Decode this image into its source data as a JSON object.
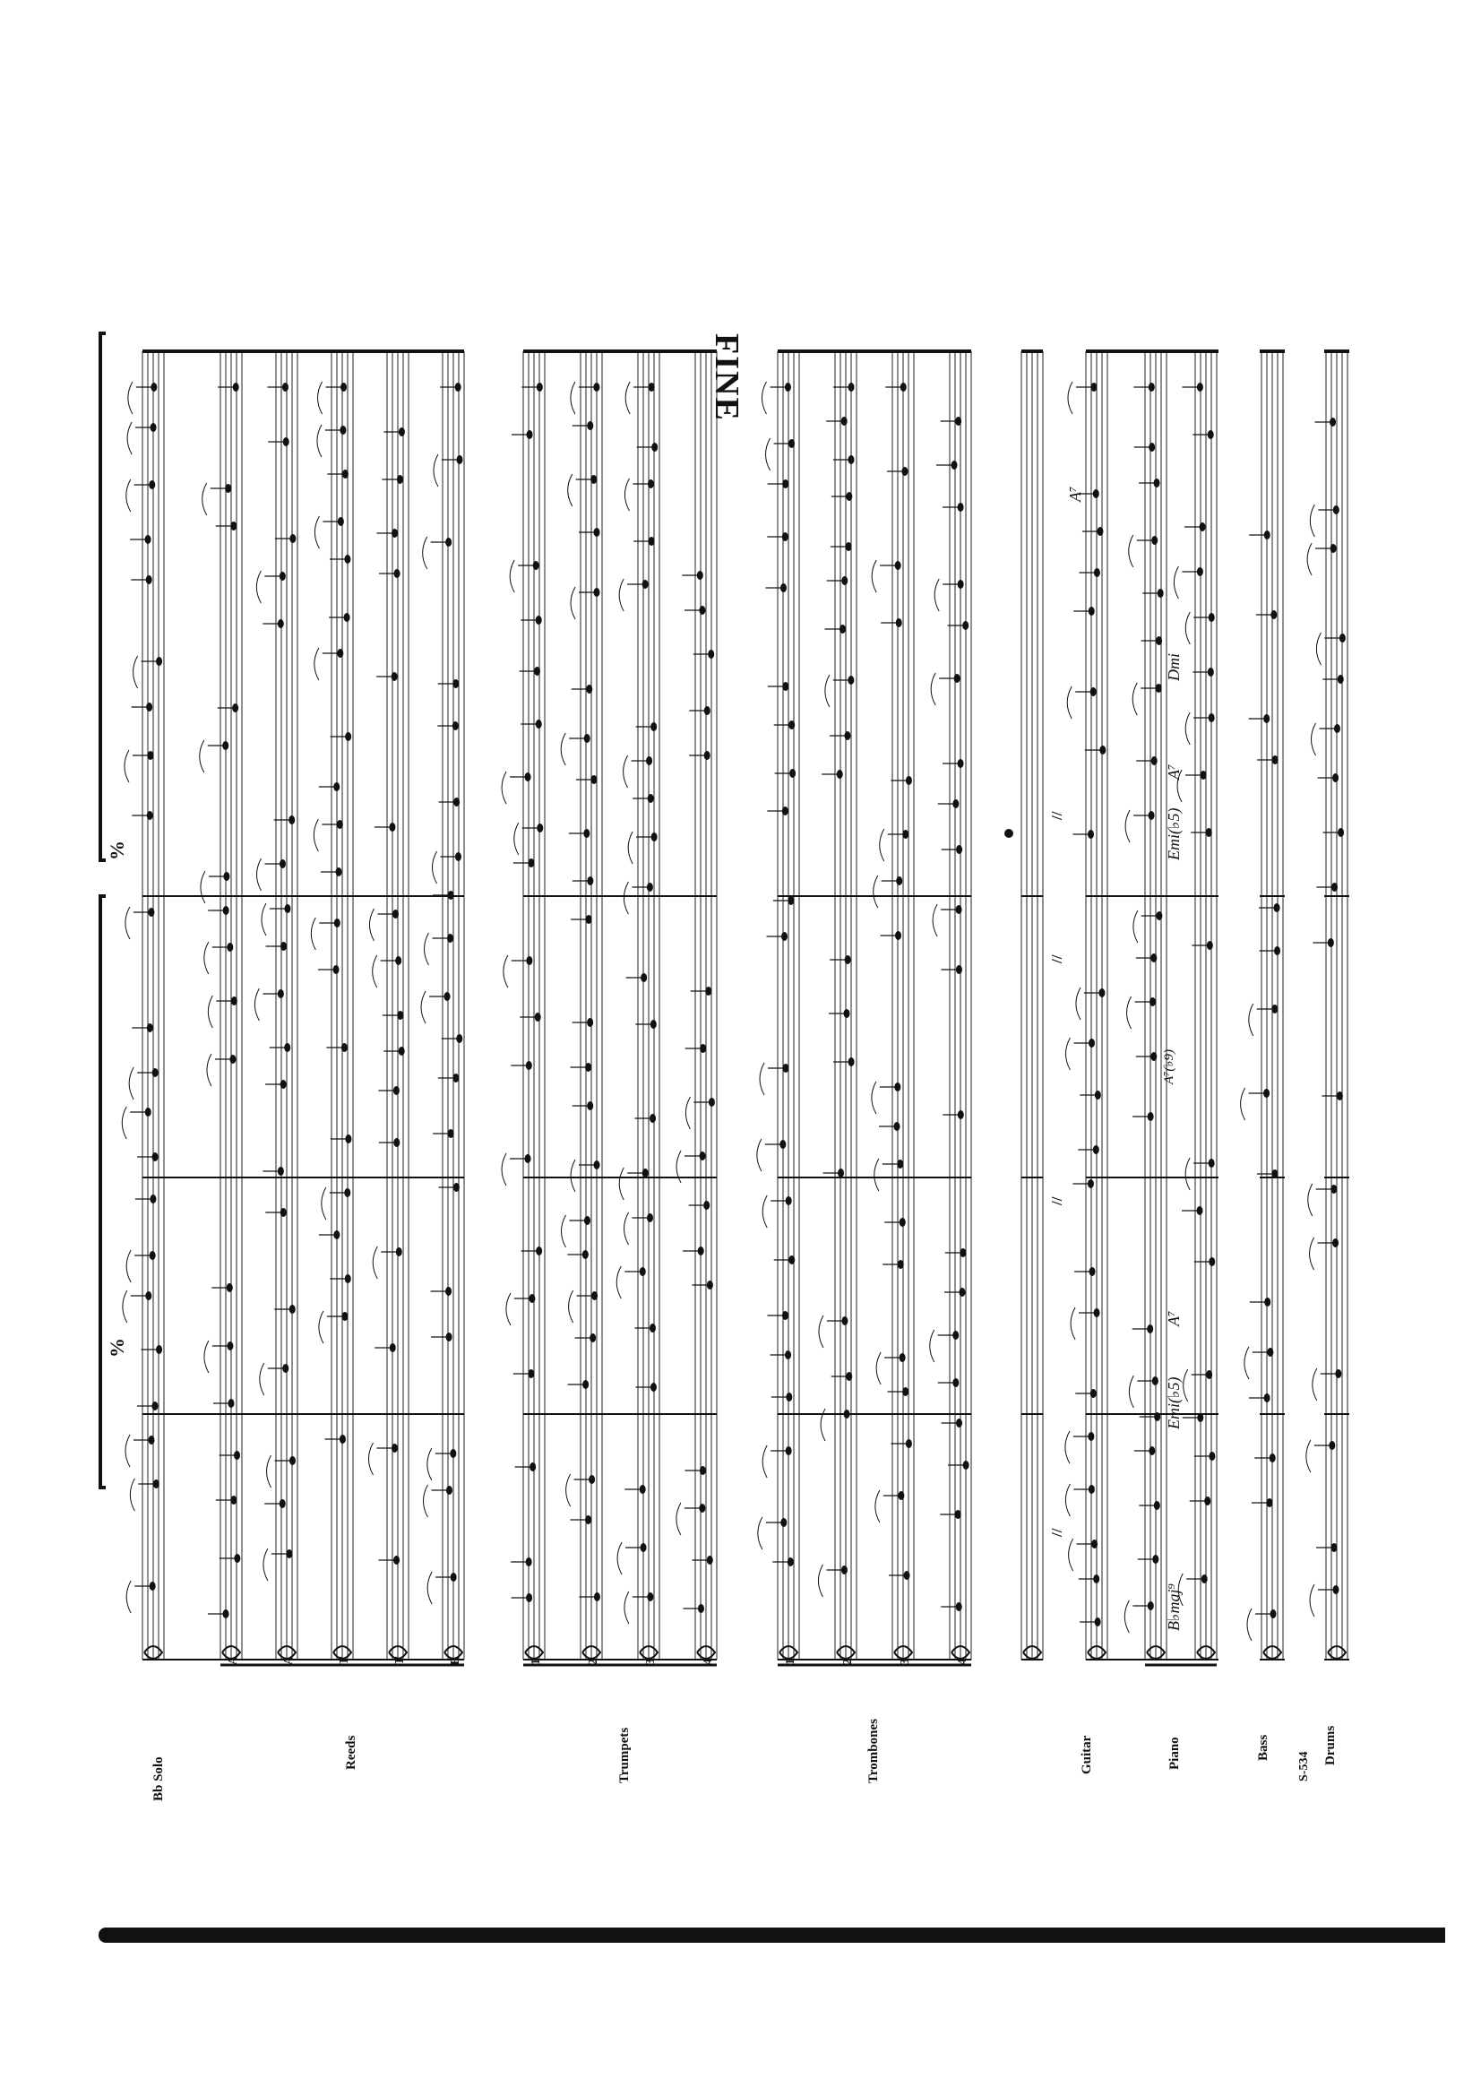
{
  "page": {
    "title": "FINE",
    "plate_number": "S-534",
    "repeat_mark": "%"
  },
  "instruments": [
    {
      "id": "bb-solo",
      "label": "Bb Solo",
      "parts": [
        ""
      ]
    },
    {
      "id": "reeds",
      "label": "Reeds",
      "parts": [
        "A",
        "A",
        "T",
        "T",
        "B"
      ]
    },
    {
      "id": "trumpets",
      "label": "Trumpets",
      "parts": [
        "1",
        "2",
        "3",
        "4"
      ]
    },
    {
      "id": "trombones",
      "label": "Trombones",
      "parts": [
        "1",
        "2",
        "3",
        "4"
      ]
    },
    {
      "id": "guitar",
      "label": "Guitar",
      "parts": [
        ""
      ]
    },
    {
      "id": "piano",
      "label": "Piano",
      "parts": [
        ""
      ]
    },
    {
      "id": "bass",
      "label": "Bass",
      "parts": [
        ""
      ]
    },
    {
      "id": "drums",
      "label": "Drums",
      "parts": [
        ""
      ]
    }
  ],
  "chords": {
    "piano": [
      "B♭maj⁹",
      "Emi(♭5)",
      "A⁷",
      "Emi(♭5)",
      "A⁷",
      "Dmi"
    ],
    "guitar": [
      "A⁷"
    ],
    "piano_upper": [
      "A⁷(♭9)"
    ]
  },
  "guitar_rests": [
    "//",
    "//",
    "//",
    "//"
  ]
}
